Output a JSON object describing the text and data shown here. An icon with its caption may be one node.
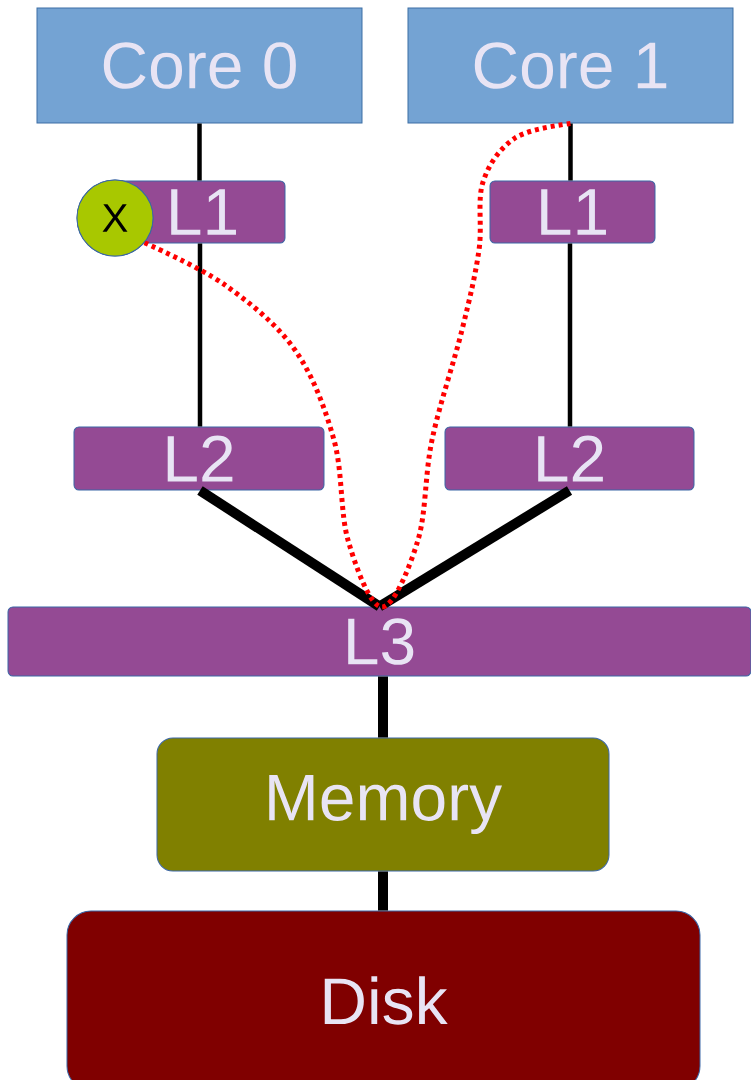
{
  "diagram": {
    "nodes": [
      {
        "text": [
          "Core 0"
        ]
      },
      {
        "text": [
          "Core 1"
        ]
      },
      {
        "text": [
          "L1"
        ]
      },
      {
        "text": [
          "X"
        ]
      },
      {
        "text": [
          "L1"
        ]
      },
      {
        "text": [
          "L2"
        ]
      },
      {
        "text": [
          "L2"
        ]
      },
      {
        "text": [
          "L3"
        ]
      },
      {
        "text": [
          "Memory"
        ]
      },
      {
        "text": [
          "Disk"
        ]
      }
    ],
    "edges": [
      {
        "from": 0,
        "to": 2,
        "arrow": "none"
      },
      {
        "from": 2,
        "to": 5,
        "arrow": "none"
      },
      {
        "from": 1,
        "to": 4,
        "arrow": "none"
      },
      {
        "from": 4,
        "to": 6,
        "arrow": "none"
      },
      {
        "from": 5,
        "to": 7,
        "arrow": "none",
        "style": "thick"
      },
      {
        "from": 6,
        "to": 7,
        "arrow": "none",
        "style": "thick"
      },
      {
        "from": 7,
        "to": 8,
        "arrow": "none",
        "style": "thick"
      },
      {
        "from": 8,
        "to": 9,
        "arrow": "none",
        "style": "thick"
      },
      {
        "from": 3,
        "to": 1,
        "arrow": "none",
        "style": "dashed",
        "color": "#ff0000"
      }
    ]
  }
}
